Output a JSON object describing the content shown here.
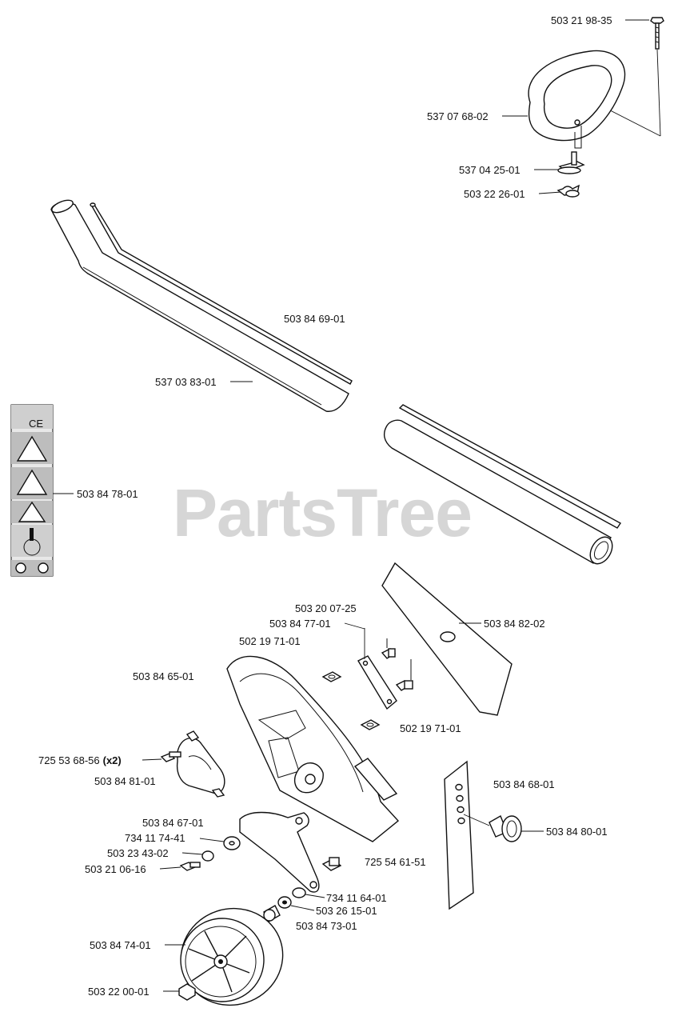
{
  "watermark": {
    "text": "PartsTree",
    "tm": "™"
  },
  "labels": {
    "l01": "503 21 98-35",
    "l02": "537 07 68-02",
    "l03": "537 04 25-01",
    "l04": "503 22 26-01",
    "l05": "503 84 69-01",
    "l06": "537 03 83-01",
    "l07": "503 84 78-01",
    "l08": "503 20 07-25",
    "l09": "503 84 77-01",
    "l10": "502 19 71-01",
    "l11": "503 84 82-02",
    "l12": "503 84 65-01",
    "l13": "502 19 71-01",
    "l14": "725 53 68-56",
    "l14b": "(x2)",
    "l15": "503 84 81-01",
    "l16": "503 84 68-01",
    "l17": "503 84 80-01",
    "l18": "503 84 67-01",
    "l19": "734 11 74-41",
    "l20": "503 23 43-02",
    "l21": "725 54 61-51",
    "l22": "503 21 06-16",
    "l23": "734 11 64-01",
    "l24": "503 26 15-01",
    "l25": "503 84 73-01",
    "l26": "503 84 74-01",
    "l27": "503 22 00-01"
  },
  "decal": {
    "ce_text": "CE"
  }
}
